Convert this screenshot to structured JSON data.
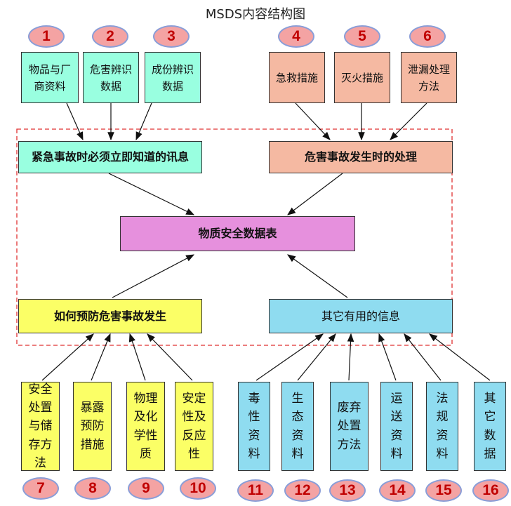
{
  "title": "MSDS内容结构图",
  "badges": [
    "1",
    "2",
    "3",
    "4",
    "5",
    "6",
    "7",
    "8",
    "9",
    "10",
    "11",
    "12",
    "13",
    "14",
    "15",
    "16"
  ],
  "top_left": [
    "物品与厂商资料",
    "危害辨识数据",
    "成份辨识数据"
  ],
  "top_right": [
    "急救措施",
    "灭火措施",
    "泄漏处理方法"
  ],
  "mid_left": "紧急事故时必须立即知道的讯息",
  "mid_right": "危害事故发生时的处理",
  "center": "物质安全数据表",
  "low_left": "如何预防危害事故发生",
  "low_right": "其它有用的信息",
  "bottom_left": [
    "安全处置与储存方法",
    "暴露预防措施",
    "物理及化学性质",
    "安定性及反应性"
  ],
  "bottom_right": [
    "毒性资料",
    "生态资料",
    "废弃处置方法",
    "运送资料",
    "法规资料",
    "其它数据"
  ]
}
